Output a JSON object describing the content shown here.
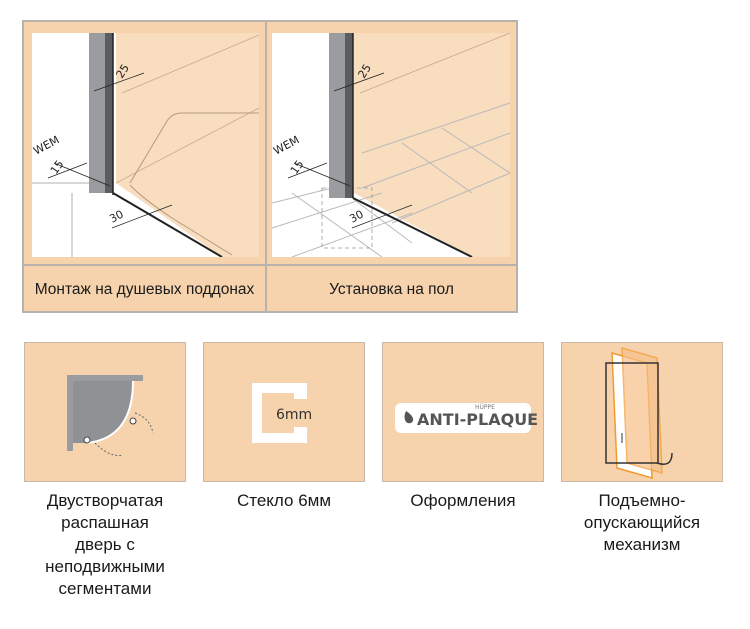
{
  "installation": {
    "tray": {
      "caption": "Монтаж на душевых поддонах",
      "dims": {
        "top": "25",
        "wem": "WEM",
        "side": "15",
        "bottom": "30"
      }
    },
    "floor": {
      "caption": "Установка на пол",
      "dims": {
        "top": "25",
        "wem": "WEM",
        "side": "15",
        "bottom": "30"
      }
    }
  },
  "features": [
    {
      "icon": "quadrant-door-icon",
      "label": "Двустворчатая\nраспашная\nдверь с\nнеподвижными\nсегментами"
    },
    {
      "icon": "glass-profile-icon",
      "label": "Стекло 6мм",
      "glass_text": "6mm"
    },
    {
      "icon": "anti-plaque-logo",
      "label": "Оформления",
      "logo_brand": "HÜPPE",
      "logo_text": "ANTI-PLAQUE"
    },
    {
      "icon": "lift-lower-icon",
      "label": "Подъемно-\nопускающийся\nмеханизм"
    }
  ],
  "colors": {
    "panel": "#f6d3ad",
    "frame": "#b9b2ac",
    "accent_orange": "#f29a2e"
  }
}
